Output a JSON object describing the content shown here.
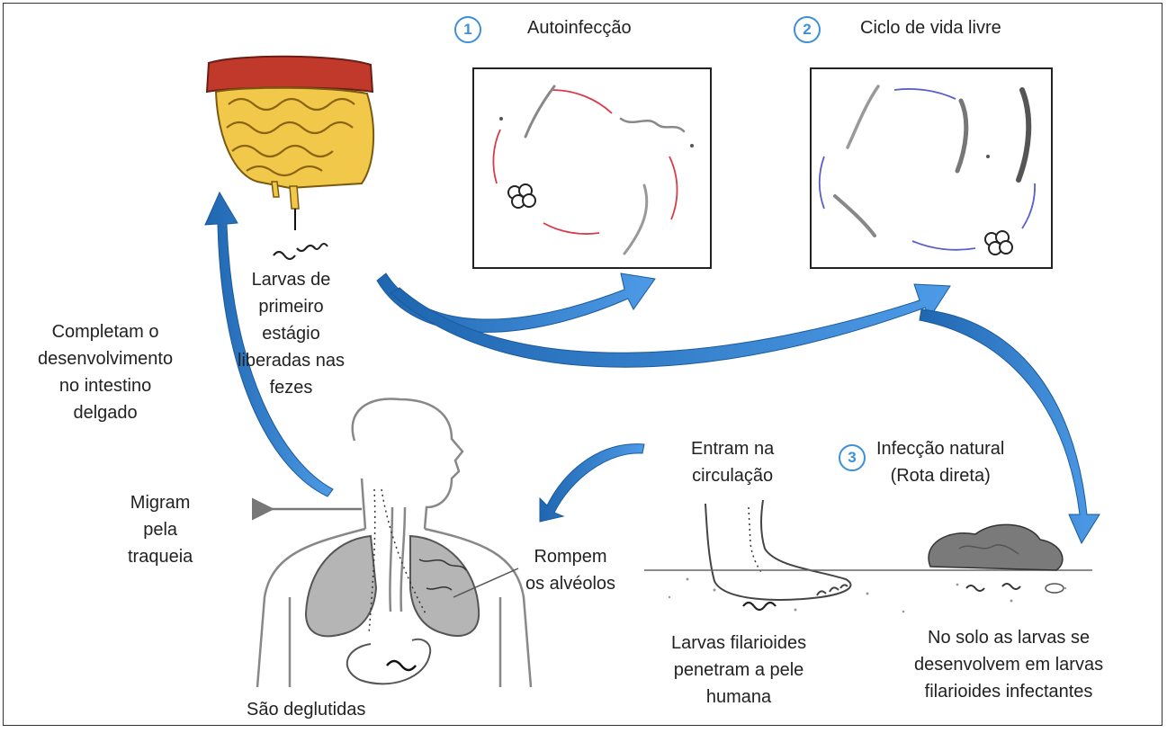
{
  "stages": {
    "autoinfection": {
      "number": "1",
      "title": "Autoinfecção"
    },
    "free_living": {
      "number": "2",
      "title": "Ciclo de vida livre"
    },
    "natural_infection": {
      "number": "3",
      "title_lines": [
        "Infecção natural",
        "(Rota direta)"
      ]
    }
  },
  "labels": {
    "larvae_released": [
      "Larvas de",
      "primeiro",
      "estágio",
      "liberadas nas",
      "fezes"
    ],
    "complete_development": [
      "Completam o",
      "desenvolvimento",
      "no intestino",
      "delgado"
    ],
    "migrate_trachea": [
      "Migram",
      "pela",
      "traqueia"
    ],
    "swallowed": "São deglutidas",
    "enter_circulation": [
      "Entram na",
      "circulação"
    ],
    "rupture_alveoli": [
      "Rompem",
      "os alvéolos"
    ],
    "penetrate_skin": [
      "Larvas filarioides",
      "penetram a pele",
      "humana"
    ],
    "soil_larvae": [
      "No solo as larvas se",
      "desenvolvem em larvas",
      "filarioides infectantes"
    ]
  },
  "colors": {
    "arrow_blue": "#2e7fd0",
    "arrow_dark_blue": "#1f66b0",
    "intestine_yellow": "#f2c84b",
    "intestine_red": "#c0392b",
    "cycle_red": "#d83a4a",
    "cycle_purple": "#5b5fc7",
    "lung_gray": "#b5b5b5",
    "soil_gray": "#7a7a7a"
  }
}
